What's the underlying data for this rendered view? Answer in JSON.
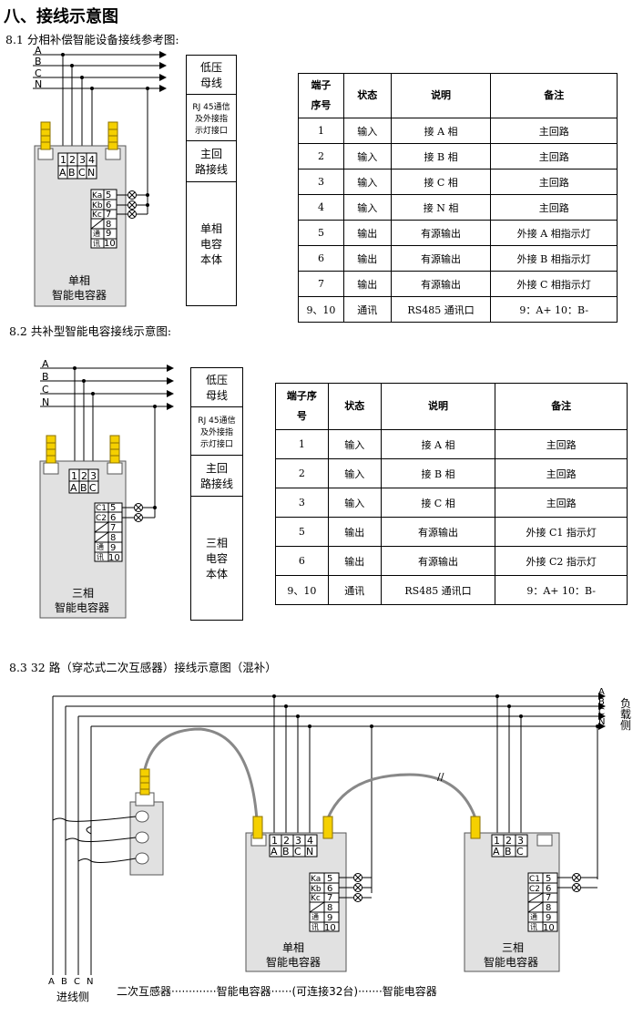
{
  "heading": "八、接线示意图",
  "sec81": {
    "title": "8.1  分相补偿智能设备接线参考图:",
    "phase_labels": [
      "A",
      "B",
      "C",
      "N"
    ],
    "term_nums": [
      "1",
      "2",
      "3",
      "4"
    ],
    "term_phases": [
      "A",
      "B",
      "C",
      "N"
    ],
    "out_labels": [
      "Ka",
      "Kb",
      "Kc",
      "",
      "通",
      "讯"
    ],
    "out_nums": [
      "5",
      "6",
      "7",
      "8",
      "9",
      "10"
    ],
    "device_name": [
      "单相",
      "智能电容器"
    ],
    "side": [
      "低压\n母线",
      "RJ 45通信\n及外接指\n示灯接口",
      "主回\n路接线",
      "单相\n电容\n本体"
    ],
    "table": {
      "headers": [
        "端子\n序号",
        "状态",
        "说明",
        "备注"
      ],
      "rows": [
        [
          "1",
          "输入",
          "接 A 相",
          "主回路"
        ],
        [
          "2",
          "输入",
          "接 B 相",
          "主回路"
        ],
        [
          "3",
          "输入",
          "接 C 相",
          "主回路"
        ],
        [
          "4",
          "输入",
          "接 N 相",
          "主回路"
        ],
        [
          "5",
          "输出",
          "有源输出",
          "外接 A 相指示灯"
        ],
        [
          "6",
          "输出",
          "有源输出",
          "外接 B 相指示灯"
        ],
        [
          "7",
          "输出",
          "有源输出",
          "外接 C 相指示灯"
        ],
        [
          "9、10",
          "通讯",
          "RS485 通讯口",
          "9：A+    10：B-"
        ]
      ]
    }
  },
  "sec82": {
    "title": "8.2 共补型智能电容接线示意图:",
    "phase_labels": [
      "A",
      "B",
      "C",
      "N"
    ],
    "term_nums": [
      "1",
      "2",
      "3"
    ],
    "term_phases": [
      "A",
      "B",
      "C"
    ],
    "out_labels": [
      "C1",
      "C2",
      "",
      "",
      "通",
      "讯"
    ],
    "out_nums": [
      "5",
      "6",
      "7",
      "8",
      "9",
      "10"
    ],
    "device_name": [
      "三相",
      "智能电容器"
    ],
    "side": [
      "低压\n母线",
      "RJ 45通信\n及外接指\n示灯接口",
      "主回\n路接线",
      "三相\n电容\n本体"
    ],
    "table": {
      "headers": [
        "端子序\n号",
        "状态",
        "说明",
        "备注"
      ],
      "rows": [
        [
          "1",
          "输入",
          "接 A 相",
          "主回路"
        ],
        [
          "2",
          "输入",
          "接 B 相",
          "主回路"
        ],
        [
          "3",
          "输入",
          "接 C 相",
          "主回路"
        ],
        [
          "5",
          "输出",
          "有源输出",
          "外接 C1 指示灯"
        ],
        [
          "6",
          "输出",
          "有源输出",
          "外接 C2 指示灯"
        ],
        [
          "9、10",
          "通讯",
          "RS485 通讯口",
          "9：A+    10：B-"
        ]
      ]
    }
  },
  "sec83": {
    "title": "8.3   32 路（穿芯式二次互感器）接线示意图（混补）",
    "phase_labels": [
      "A",
      "B",
      "C",
      "N"
    ],
    "load_side": [
      "负",
      "载",
      "侧"
    ],
    "in_phases": [
      "A",
      "B",
      "C",
      "N"
    ],
    "in_label": "进线侧",
    "bottom_caption": "二次互感器·············智能电容器······(可连接32台)·······智能电容器",
    "dev1_name": [
      "单相",
      "智能电容器"
    ],
    "dev2_name": [
      "三相",
      "智能电容器"
    ]
  }
}
